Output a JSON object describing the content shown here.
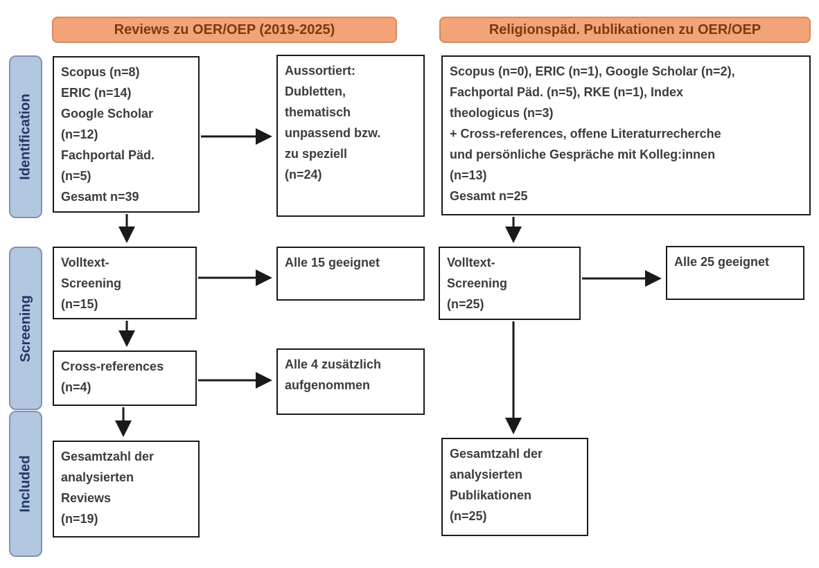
{
  "headers": {
    "left": "Reviews zu OER/OEP (2019-2025)",
    "right": "Religionspäd. Publikationen zu OER/OEP"
  },
  "stages": {
    "identification": "Identification",
    "screening": "Screening",
    "included": "Included"
  },
  "left_flow": {
    "identification": "Scopus (n=8)\nERIC (n=14)\nGoogle Scholar\n(n=12)\nFachportal Päd.\n(n=5)\nGesamt n=39",
    "excluded": "Aussortiert:\nDubletten,\nthematisch\nunpassend bzw.\nzu speziell\n(n=24)",
    "fulltext": "Volltext-\nScreening\n(n=15)",
    "fulltext_result": "Alle 15 geeignet",
    "crossref": "Cross-references\n(n=4)",
    "crossref_result": "Alle 4 zusätzlich\naufgenommen",
    "included": "Gesamtzahl der\nanalysierten\nReviews\n(n=19)"
  },
  "right_flow": {
    "identification": "Scopus (n=0), ERIC (n=1), Google Scholar (n=2),\nFachportal Päd. (n=5), RKE (n=1), Index\ntheologicus (n=3)\n+ Cross-references, offene Literaturrecherche\nund persönliche Gespräche mit Kolleg:innen\n(n=13)\nGesamt n=25",
    "fulltext": "Volltext-\nScreening\n(n=25)",
    "fulltext_result": "Alle 25 geeignet",
    "included": "Gesamtzahl der\nanalysierten\nPublikationen\n(n=25)"
  },
  "colors": {
    "header_fill": "#F2A377",
    "header_border": "#D8895E",
    "header_text": "#7B3A10",
    "stage_fill": "#B4C7E1",
    "stage_border": "#8093B0",
    "stage_text": "#1F3864",
    "box_border": "#1A1A1A",
    "box_text": "#3C3C3C",
    "arrow": "#1A1A1A"
  }
}
